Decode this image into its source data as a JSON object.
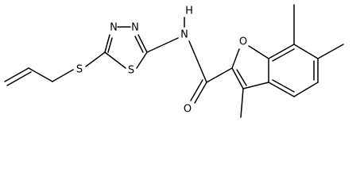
{
  "atoms": {
    "n1": "N",
    "n2": "N",
    "s_ring": "S",
    "s_thio": "S",
    "nh_n": "N",
    "nh_h": "H",
    "o_furan": "O",
    "o_carbonyl": "O"
  },
  "colors": {
    "bond": "#000000",
    "label": "#000000",
    "background": "#ffffff"
  }
}
